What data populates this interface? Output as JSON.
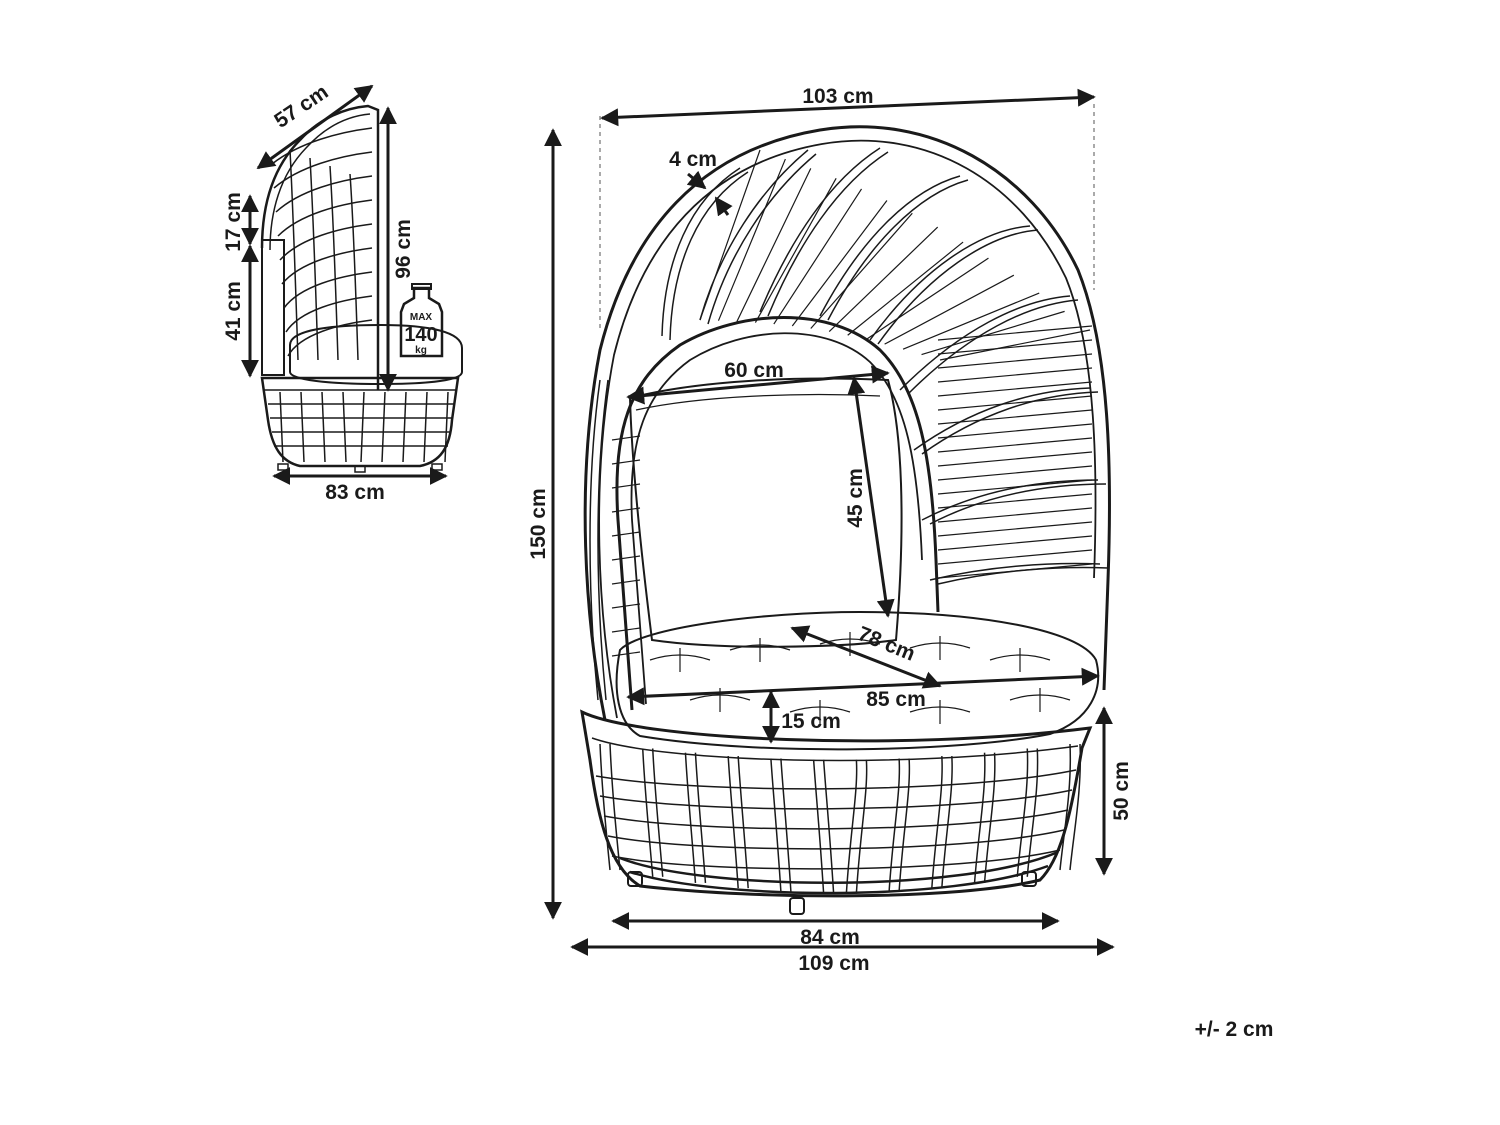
{
  "side_view": {
    "depth": "57 cm",
    "canopy_offset": "17 cm",
    "back_height": "41 cm",
    "total_height": "96 cm",
    "width": "83 cm",
    "max_load": {
      "max": "MAX",
      "value": "140",
      "unit": "kg"
    }
  },
  "front_view": {
    "canopy_width": "103 cm",
    "frame_thickness": "4 cm",
    "total_height": "150 cm",
    "opening_width": "60 cm",
    "opening_height": "45 cm",
    "seat_depth": "78 cm",
    "cushion_width": "85 cm",
    "cushion_thickness": "15 cm",
    "seat_height": "50 cm",
    "base_width": "84 cm",
    "total_width": "109 cm"
  },
  "tolerance": "+/- 2 cm",
  "colors": {
    "ink": "#1a1a1a",
    "background": "#ffffff"
  }
}
